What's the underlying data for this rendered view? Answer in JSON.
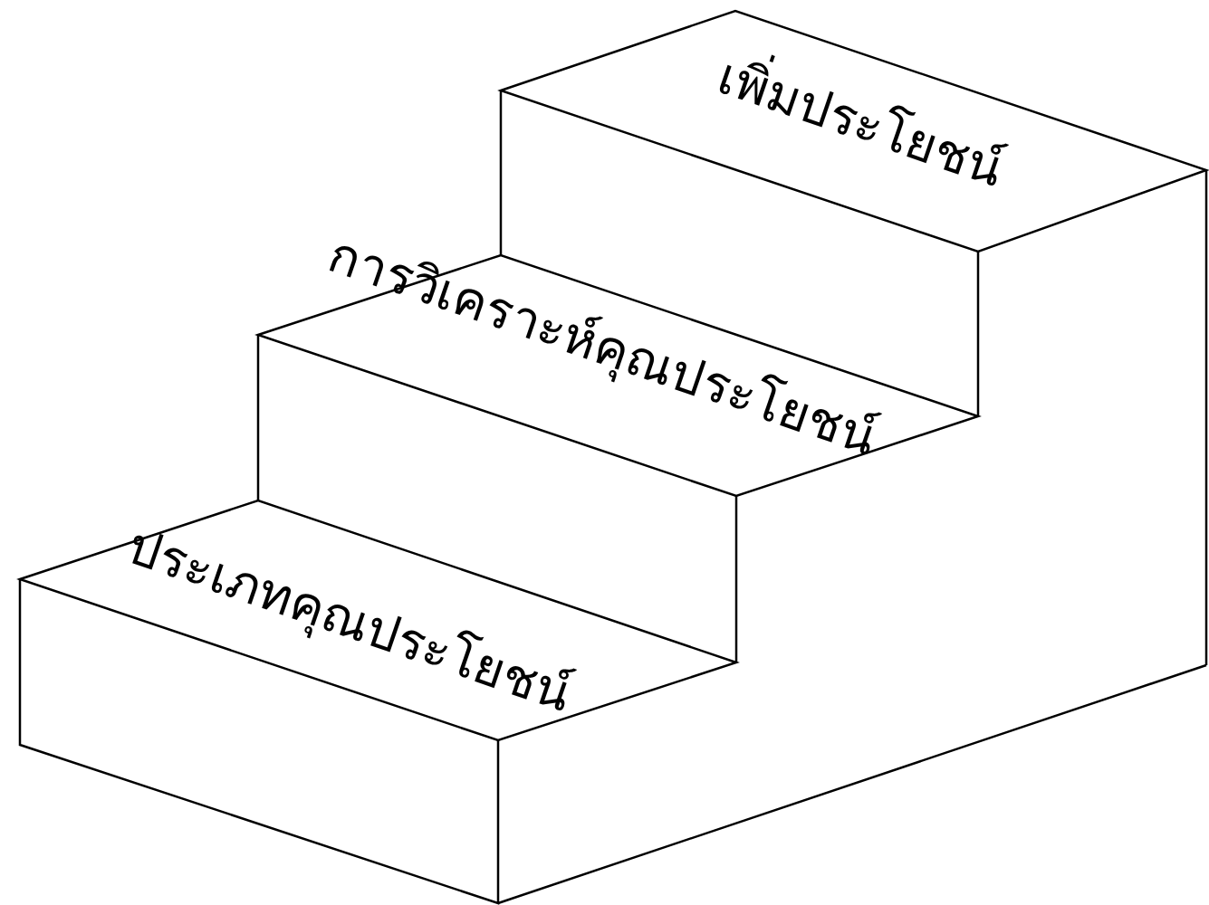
{
  "diagram": {
    "labels": [
      "เพิ่มประโยชน์",
      "การวิเคราะห์คุณประโยชน์",
      "ประเภทคุณประโยชน์"
    ]
  }
}
